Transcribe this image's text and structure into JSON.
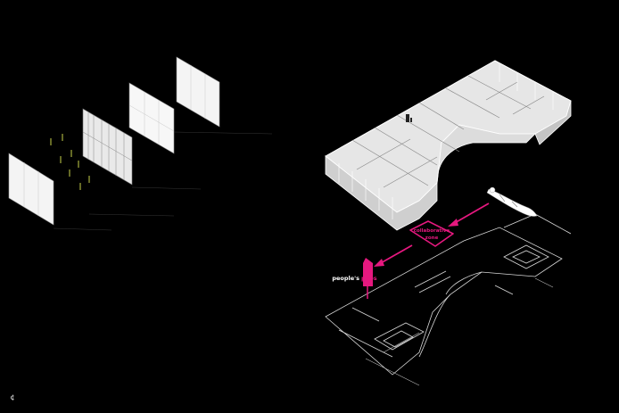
{
  "labels": {
    "sign_part1": "people's",
    "sign_part2": "pops",
    "bubble_line1": "collaborative",
    "bubble_line2": "zone",
    "page_marker": "¢"
  },
  "colors": {
    "background": "#000000",
    "accent": "#e6187f",
    "panel": "#f2f2f2",
    "line": "#ffffff",
    "tick": "#c8d24a"
  },
  "icons": {
    "page_marker": "page-marker-icon",
    "sign": "sign-post-icon",
    "arrows": "arrow-icon"
  }
}
